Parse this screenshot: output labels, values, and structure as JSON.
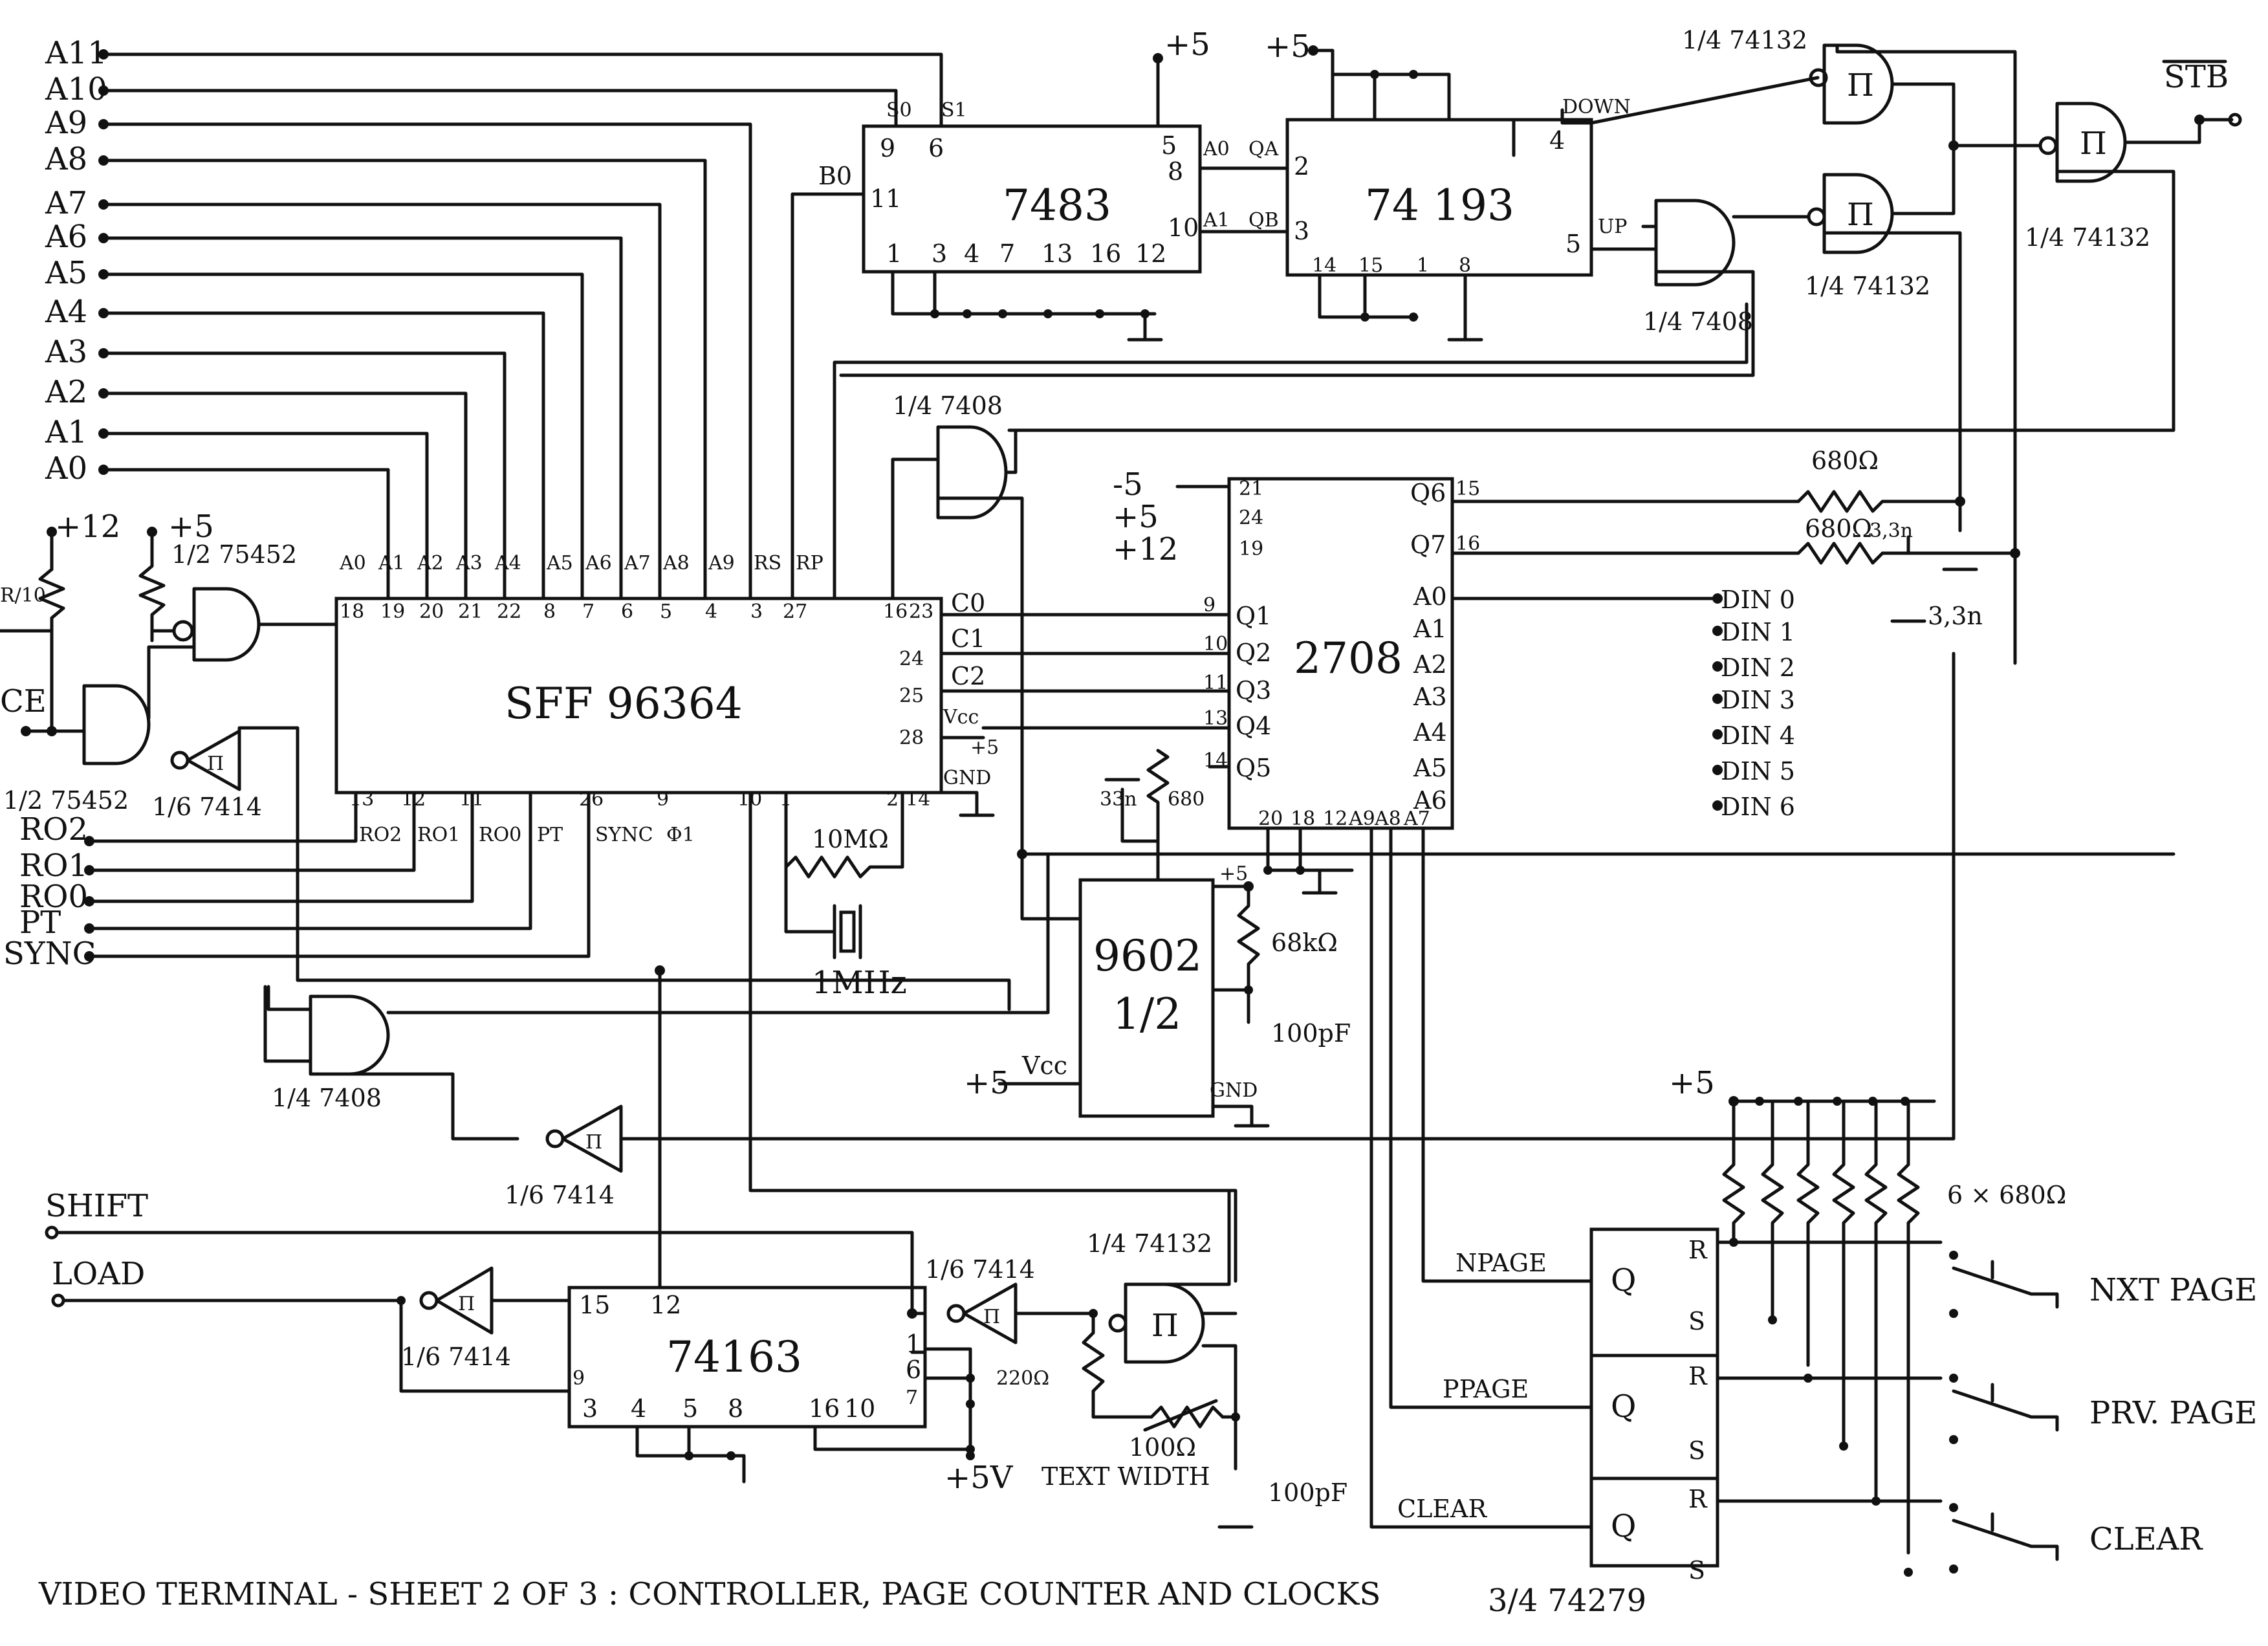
{
  "caption": "VIDEO TERMINAL - SHEET 2 OF 3 : CONTROLLER, PAGE COUNTER AND CLOCKS",
  "address_inputs": [
    "A11",
    "A10",
    "A9",
    "A8",
    "A7",
    "A6",
    "A5",
    "A4",
    "A3",
    "A2",
    "A1",
    "A0"
  ],
  "side_inputs": [
    "RO2",
    "RO1",
    "RO0",
    "PT",
    "SYNC"
  ],
  "shift_label": "SHIFT",
  "load_label": "LOAD",
  "ce_label": "CE",
  "stb_label": "STB",
  "supplies": {
    "p5": "+5",
    "p12": "+12",
    "m5": "-5",
    "vcc": "Vcc",
    "p5v": "+5V",
    "gnd": "GND"
  },
  "chips": {
    "sff": {
      "name": "SFF 96364",
      "top_pins": [
        "18",
        "19",
        "20",
        "21",
        "22",
        "8",
        "7",
        "6",
        "5",
        "4",
        "3",
        "27",
        "16",
        "23"
      ],
      "top_labels": [
        "A0",
        "A1",
        "A2",
        "A3",
        "A4",
        "A5",
        "A6",
        "A7",
        "A8",
        "A9",
        "RS",
        "RP"
      ],
      "bottom_pins": [
        "13",
        "12",
        "11",
        "26",
        "9",
        "10",
        "1",
        "2",
        "14"
      ],
      "bottom_labels": [
        "RO2",
        "RO1",
        "RO0",
        "PT",
        "SYNC",
        "Φ1"
      ],
      "right_pins": [
        "24",
        "25",
        "28"
      ],
      "right_labels": [
        "C0",
        "C1",
        "C2",
        "Vcc",
        "GND"
      ]
    },
    "c7483": {
      "name": "7483",
      "top_pins": [
        "9",
        "6",
        "5",
        "8",
        "11",
        "10"
      ],
      "top_labels": [
        "S0",
        "S1",
        "A0",
        "A1",
        "B0"
      ],
      "bottom_pins": [
        "1",
        "3",
        "4",
        "7",
        "13",
        "16",
        "12"
      ]
    },
    "c74193": {
      "name": "74 193",
      "pins": [
        "2",
        "3",
        "4",
        "5",
        "14",
        "15",
        "1",
        "8"
      ],
      "labels": [
        "QA",
        "QB",
        "DOWN",
        "UP"
      ]
    },
    "c2708": {
      "name": "2708",
      "left_pins": [
        "21",
        "24",
        "19",
        "9",
        "10",
        "11",
        "13",
        "14"
      ],
      "left_labels": [
        "Q1",
        "Q2",
        "Q3",
        "Q4",
        "Q5"
      ],
      "right_pins": [
        "15",
        "16"
      ],
      "right_labels": [
        "Q6",
        "Q7",
        "A0",
        "A1",
        "A2",
        "A3",
        "A4",
        "A5",
        "A6"
      ],
      "bottom_pins": [
        "20",
        "18",
        "12"
      ],
      "bottom_labels": [
        "A9",
        "A8",
        "A7"
      ]
    },
    "c9602": {
      "name": "9602",
      "sub": "1/2",
      "labels": [
        "Vcc",
        "GND"
      ]
    },
    "c74163": {
      "name": "74163",
      "pins": [
        "15",
        "12",
        "9",
        "3",
        "4",
        "5",
        "8",
        "16",
        "10",
        "1",
        "6",
        "7"
      ]
    },
    "c74279": {
      "name": "74279",
      "frac": "3/4",
      "labels": [
        "Q",
        "R",
        "S"
      ]
    }
  },
  "din_outputs": [
    "DIN 0",
    "DIN 1",
    "DIN 2",
    "DIN 3",
    "DIN 4",
    "DIN 5",
    "DIN 6"
  ],
  "gates": {
    "g75452_a": "1/2 75452",
    "g75452_b": "1/2 75452",
    "g7414": "1/6 7414",
    "g74132": "1/4 74132",
    "g7408": "1/4 7408",
    "g74279": "3/4 74279"
  },
  "components": {
    "r680": "680Ω",
    "c3n3": "3,3n",
    "r10m": "10MΩ",
    "xtal": "1MHz",
    "r68k": "68kΩ",
    "c100p": "100pF",
    "r220": "220Ω",
    "r100": "100Ω",
    "text_width": "TEXT WIDTH",
    "res_array": "6 × 680Ω",
    "c33n": "33n",
    "r680s": "680",
    "r_top": "680Ω",
    "r_left": "R/10"
  },
  "page_signals": [
    "NPAGE",
    "PPAGE",
    "CLEAR"
  ],
  "buttons": [
    "NXT PAGE",
    "PRV. PAGE",
    "CLEAR"
  ]
}
